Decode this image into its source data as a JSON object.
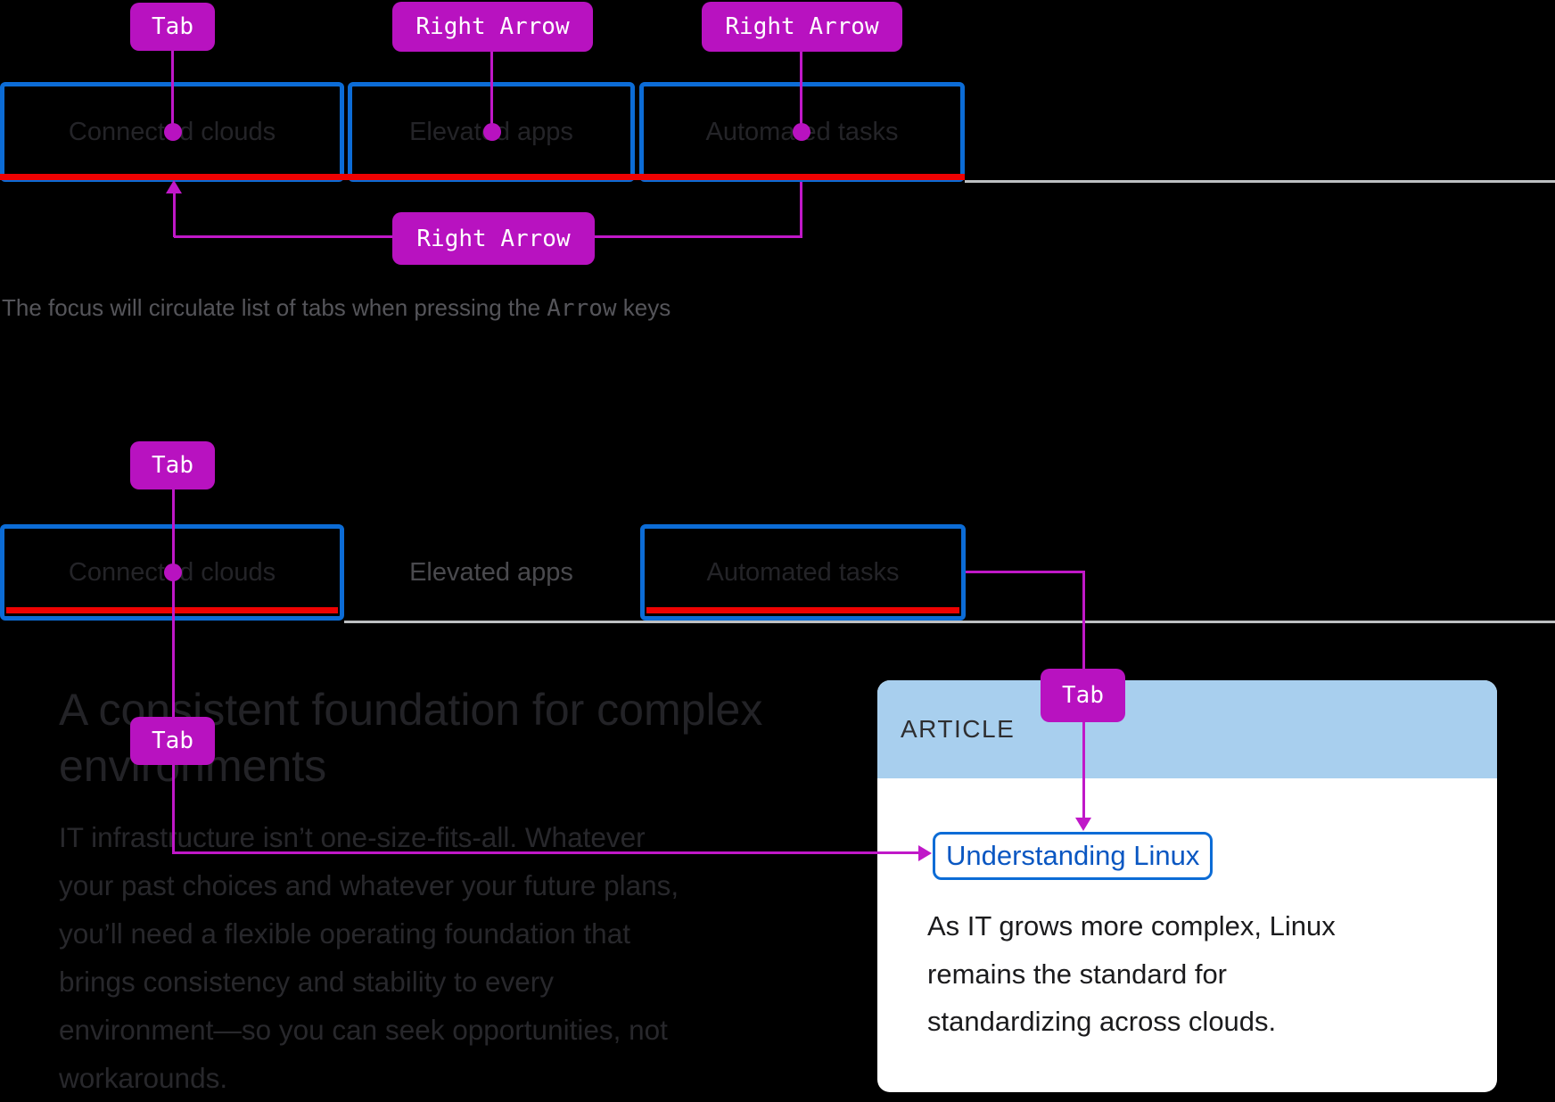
{
  "keys": {
    "tab": "Tab",
    "right_arrow": "Right Arrow"
  },
  "tabs": {
    "labels": [
      "Connected clouds",
      "Elevated apps",
      "Automated tasks"
    ]
  },
  "caption": {
    "prefix": "The focus will circulate list of tabs when pressing the ",
    "keyword": "Arrow",
    "suffix": " keys"
  },
  "hero": {
    "heading_lines": [
      "A consistent foundation for complex",
      "environments"
    ],
    "paragraph_lines": [
      "IT infrastructure isn’t one-size-fits-all. Whatever",
      "your past choices and whatever your future plans,",
      "you’ll need a flexible operating foundation that",
      "brings consistency and stability to every",
      "environment—so you can seek opportunities, not",
      "workarounds."
    ]
  },
  "card": {
    "eyebrow": "ARTICLE",
    "link_label": "Understanding Linux",
    "body_lines": [
      "As IT grows more complex, Linux",
      "remains the standard for",
      "standardizing across clouds."
    ]
  },
  "colors": {
    "annotation_magenta": "#b812c0",
    "focus_blue": "#0c6cd6",
    "selected_underline_red": "#ee0202",
    "card_header_blue": "#a8cfee",
    "link_blue": "#0a57c2"
  }
}
